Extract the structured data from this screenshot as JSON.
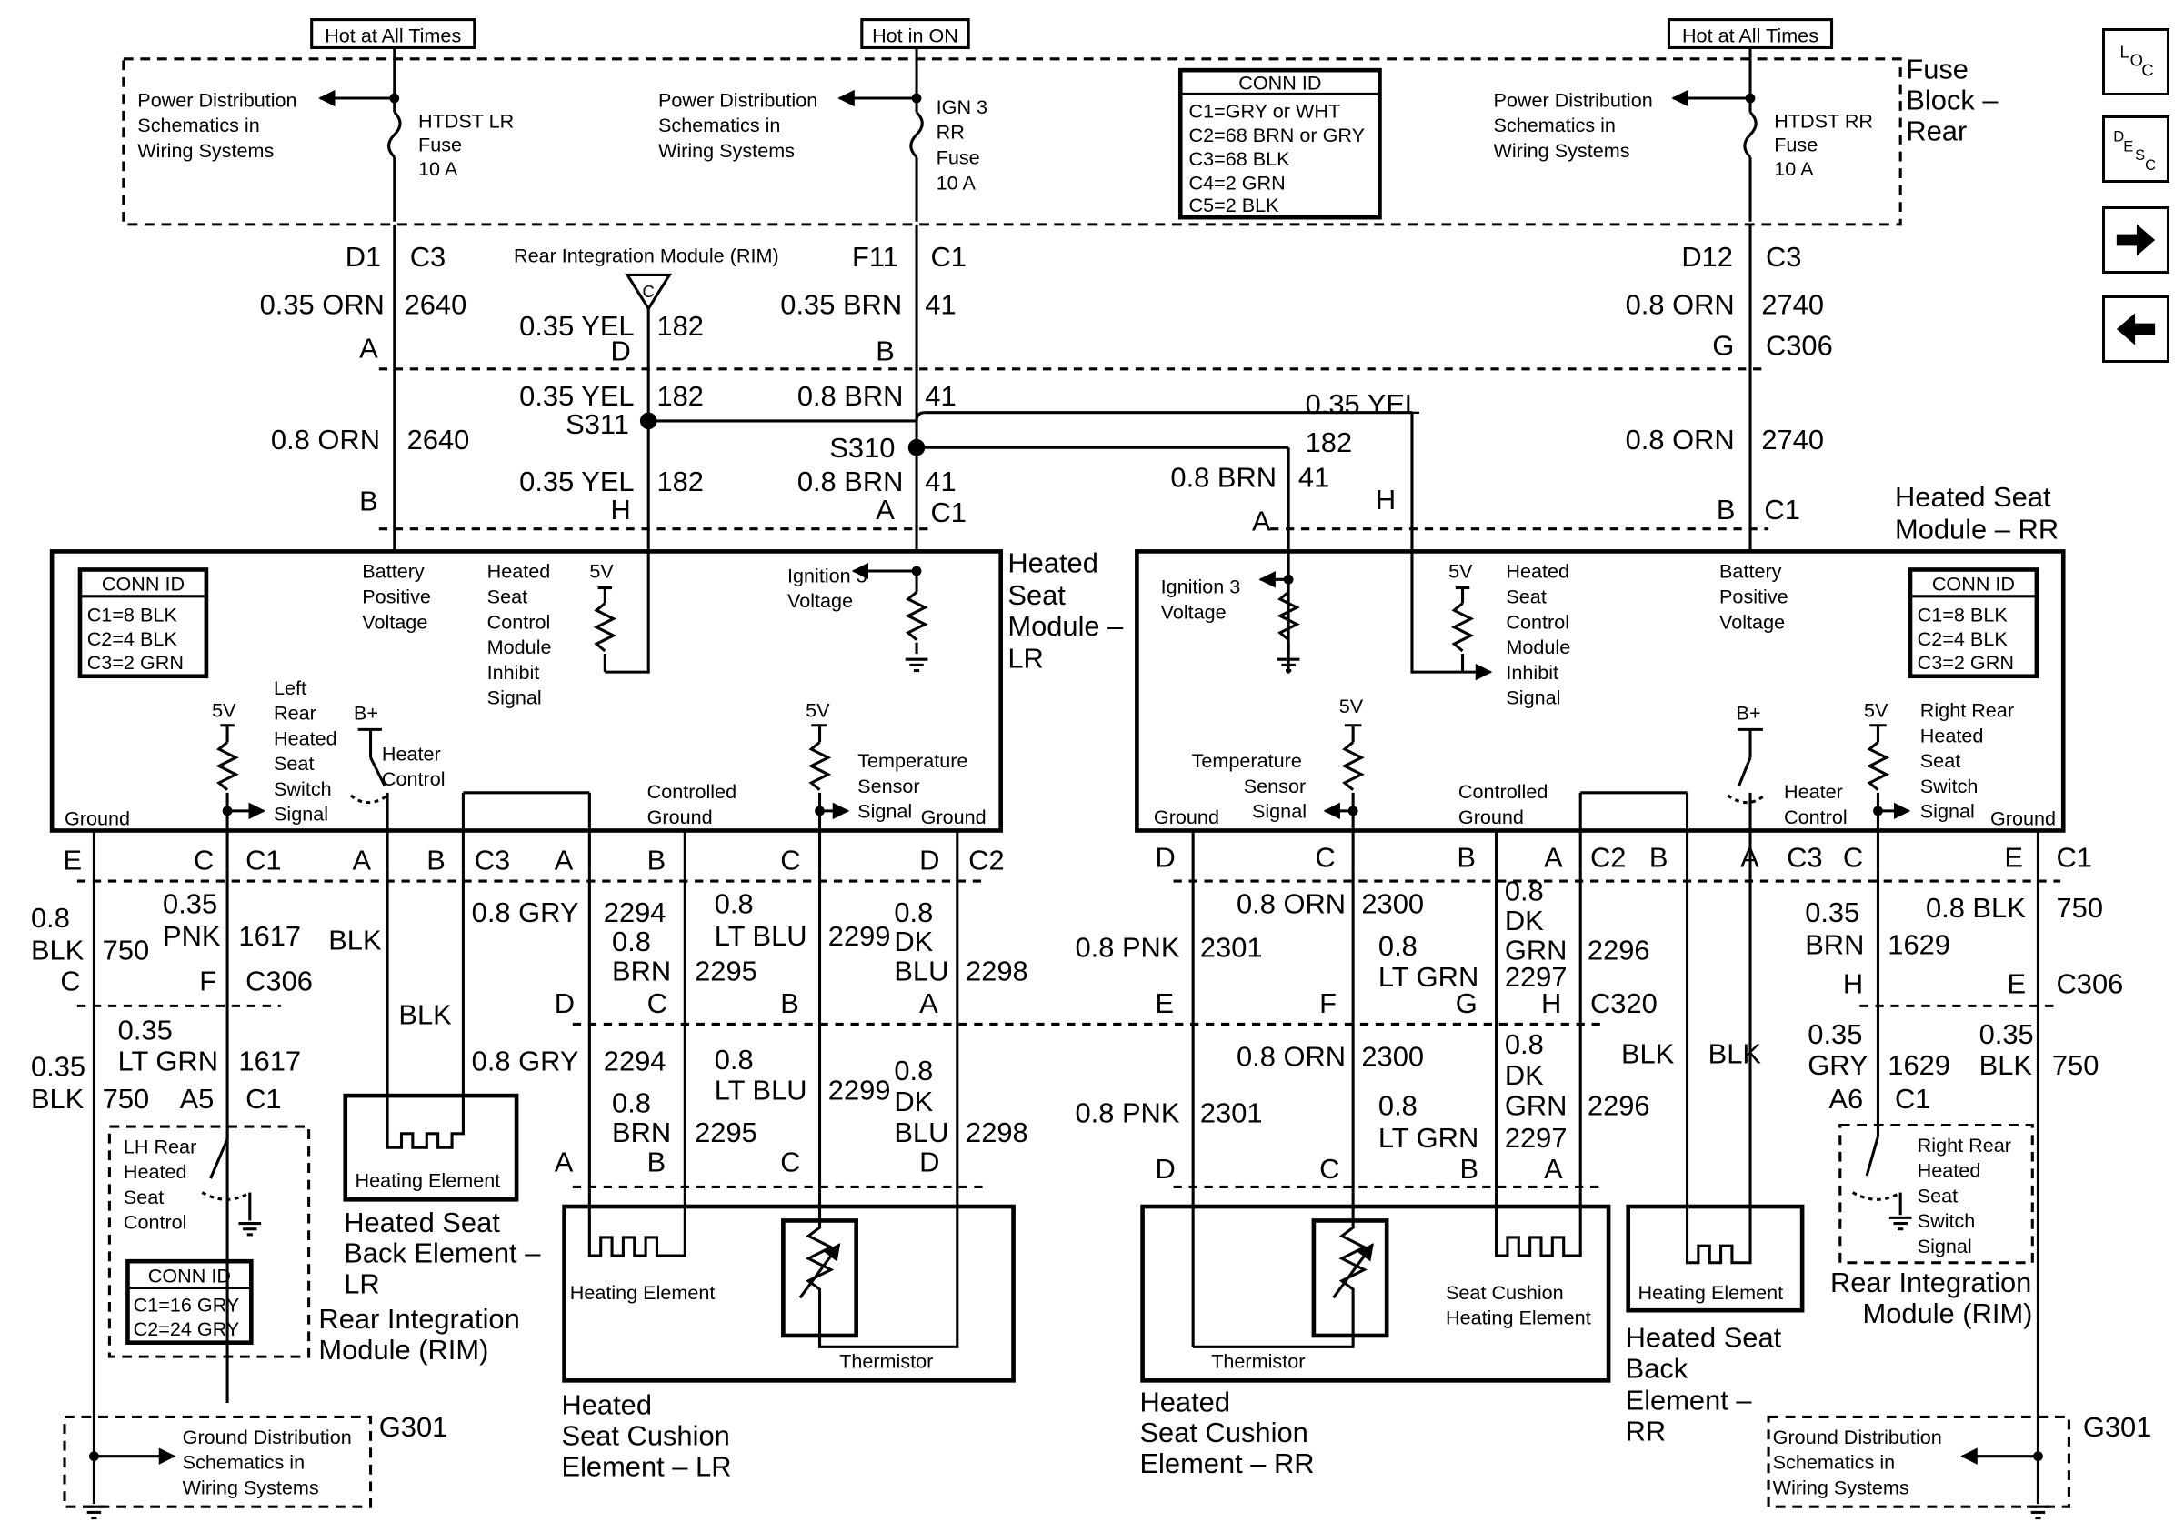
{
  "header_boxes": {
    "hot_lr": "Hot at All Times",
    "hot_on": "Hot in ON",
    "hot_rr": "Hot at All Times"
  },
  "fuse_block": {
    "title_line1": "Fuse",
    "title_line2": "Block –",
    "title_line3": "Rear",
    "pd_line1": "Power Distribution",
    "pd_line2": "Schematics in",
    "pd_line3": "Wiring Systems",
    "fuse_lr": [
      "HTDST LR",
      "Fuse",
      "10 A"
    ],
    "fuse_ign": [
      "IGN 3",
      "RR",
      "Fuse",
      "10 A"
    ],
    "fuse_rr": [
      "HTDST RR",
      "Fuse",
      "10 A"
    ]
  },
  "conn_id_fuse": {
    "title": "CONN ID",
    "lines": [
      "C1=GRY or WHT",
      "C2=68 BRN or GRY",
      "C3=68 BLK",
      "C4=2 GRN",
      "C5=2 BLK"
    ]
  },
  "conn_id_lr": {
    "title": "CONN ID",
    "lines": [
      "C1=8 BLK",
      "C2=4 BLK",
      "C3=2 GRN"
    ]
  },
  "conn_id_rr": {
    "title": "CONN ID",
    "lines": [
      "C1=8 BLK",
      "C2=4 BLK",
      "C3=2 GRN"
    ]
  },
  "conn_id_rim": {
    "title": "CONN ID",
    "lines": [
      "C1=16 GRY",
      "C2=24 GRY"
    ]
  },
  "nav": {
    "loc_l": "L",
    "loc_o": "O",
    "loc_c": "C",
    "desc_d": "D",
    "desc_e": "E",
    "desc_s": "S",
    "desc_c": "C",
    "icons": [
      "loc-icon",
      "desc-icon",
      "next-arrow-icon",
      "previous-arrow-icon"
    ]
  },
  "top_labels": {
    "d1": "D1",
    "c3_a": "C3",
    "f11": "F11",
    "c1_a": "C1",
    "d12": "D12",
    "c3_b": "C3",
    "rim": "Rear Integration Module (RIM)",
    "rim_tri": "C",
    "w_035orn": "0.35 ORN",
    "n_2640a": "2640",
    "w_035yel_a": "0.35 YEL",
    "n_182a": "182",
    "w_035brn": "0.35 BRN",
    "n_41a": "41",
    "w_08orn_a": "0.8 ORN",
    "n_2740a": "2740",
    "pin_a": "A",
    "pin_d": "D",
    "pin_b": "B",
    "pin_g": "G",
    "c306": "C306",
    "w_035yel_b": "0.35 YEL",
    "n_182b": "182",
    "s311": "S311",
    "w_08brn_a": "0.8 BRN",
    "n_41b": "41",
    "s310": "S310",
    "w_08orn_b": "0.8 ORN",
    "n_2640b": "2640",
    "w_035yel_r": "0.35 YEL",
    "n_182r": "182",
    "w_08orn_c": "0.8 ORN",
    "n_2740b": "2740",
    "w_035yel_c": "0.35 YEL",
    "n_182c": "182",
    "w_08brn_b": "0.8 BRN",
    "n_41c": "41",
    "w_08brn_r": "0.8 BRN",
    "n_41r": "41",
    "pin_b2": "B",
    "pin_h": "H",
    "pin_a2": "A",
    "c1_b": "C1",
    "pin_a_r": "A",
    "pin_h_r": "H",
    "pin_b_r": "B",
    "c1_r": "C1"
  },
  "module_lr": {
    "title": [
      "Heated",
      "Seat",
      "Module –",
      "LR"
    ],
    "batt": [
      "Battery",
      "Positive",
      "Voltage"
    ],
    "inhibit": [
      "Heated",
      "Seat",
      "Control",
      "Module",
      "Inhibit",
      "Signal"
    ],
    "v5": "5V",
    "ign": [
      "Ignition 3",
      "Voltage"
    ],
    "switch": [
      "Left",
      "Rear",
      "Heated",
      "Seat",
      "Switch",
      "Signal"
    ],
    "v5b": "5V",
    "bplus": "B+",
    "heater": [
      "Heater",
      "Control"
    ],
    "v5c": "5V",
    "temp": [
      "Temperature",
      "Sensor",
      "Signal"
    ],
    "ground_l": "Ground",
    "ctrl_gnd": [
      "Controlled",
      "Ground"
    ],
    "ground_r": "Ground"
  },
  "module_rr": {
    "title": [
      "Heated Seat",
      "Module – RR"
    ],
    "ign": [
      "Ignition 3",
      "Voltage"
    ],
    "v5": "5V",
    "inhibit": [
      "Heated",
      "Seat",
      "Control",
      "Module",
      "Inhibit",
      "Signal"
    ],
    "batt": [
      "Battery",
      "Positive",
      "Voltage"
    ],
    "v5b": "5V",
    "temp": [
      "Temperature",
      "Sensor",
      "Signal"
    ],
    "bplus": "B+",
    "heater": [
      "Heater",
      "Control"
    ],
    "v5c": "5V",
    "switch": [
      "Right Rear",
      "Heated",
      "Seat",
      "Switch",
      "Signal"
    ],
    "ground_l": "Ground",
    "ctrl_gnd": [
      "Controlled",
      "Ground"
    ],
    "ground_r": "Ground"
  },
  "lower_left": {
    "pE": "E",
    "pC": "C",
    "c1": "C1",
    "pA": "A",
    "pB": "B",
    "c3": "C3",
    "pA2": "A",
    "pB2": "B",
    "pC2": "C",
    "pD2": "D",
    "c2": "C2",
    "w08": "0.8",
    "blk": "BLK",
    "n750": "750",
    "w035": "0.35",
    "pnk": "PNK",
    "n1617": "1617",
    "blk2": "BLK",
    "gry": "0.8 GRY",
    "n2294": "2294",
    "w08b": "0.8",
    "brn": "BRN",
    "n2295": "2295",
    "w08c": "0.8",
    "ltblu": "LT BLU",
    "n2299": "2299",
    "w08d": "0.8",
    "dk": "DK",
    "blu": "BLU",
    "n2298": "2298",
    "pC3": "C",
    "pF": "F",
    "c306": "C306",
    "blk3": "BLK",
    "pD3": "D",
    "pC4": "C",
    "pB4": "B",
    "pA4": "A",
    "w035b": "0.35",
    "ltgrn": "LT GRN",
    "n1617b": "1617",
    "w035c": "0.35",
    "blk4": "BLK",
    "n750b": "750",
    "a5": "A5",
    "c1b": "C1",
    "gry2": "0.8 GRY",
    "n2294b": "2294",
    "w08e": "0.8",
    "brn2": "BRN",
    "n2295b": "2295",
    "w08f": "0.8",
    "ltblu2": "LT BLU",
    "n2299b": "2299",
    "w08g": "0.8",
    "dk2": "DK",
    "blu2": "BLU",
    "n2298b": "2298",
    "pA5": "A",
    "pB5": "B",
    "pC5": "C",
    "pD5": "D",
    "lh_switch": [
      "LH Rear",
      "Heated",
      "Seat",
      "Control"
    ],
    "rim": [
      "Rear Integration",
      "Module (RIM)"
    ],
    "heat_el": "Heating Element",
    "back_el": [
      "Heated Seat",
      "Back Element –",
      "LR"
    ],
    "cushion_heat": "Heating Element",
    "thermistor": "Thermistor",
    "cushion": [
      "Heated",
      "Seat Cushion",
      "Element – LR"
    ],
    "gnd_dist": [
      "Ground Distribution",
      "Schematics in",
      "Wiring Systems"
    ],
    "g301": "G301"
  },
  "lower_right": {
    "pD": "D",
    "pC": "C",
    "pB": "B",
    "pA": "A",
    "c2": "C2",
    "pB2": "B",
    "pA2": "A",
    "c3": "C3",
    "pC3": "C",
    "pE": "E",
    "c1": "C1",
    "pnk": "0.8 PNK",
    "n2301": "2301",
    "orn": "0.8 ORN",
    "n2300": "2300",
    "w08": "0.8",
    "ltgrn": "LT GRN",
    "n2297": "2297",
    "w08b": "0.8",
    "dk": "DK",
    "grn": "GRN",
    "n2296": "2296",
    "w035": "0.35",
    "brn": "BRN",
    "n1629": "1629",
    "blk_w": "0.8 BLK",
    "n750": "750",
    "pE2": "E",
    "pF": "F",
    "pG": "G",
    "pH": "H",
    "c320": "C320",
    "blk1": "BLK",
    "blk2": "BLK",
    "pH2": "H",
    "pE3": "E",
    "c306": "C306",
    "pnk2": "0.8 PNK",
    "n2301b": "2301",
    "orn2": "0.8 ORN",
    "n2300b": "2300",
    "w08c": "0.8",
    "ltgrn2": "LT GRN",
    "n2297b": "2297",
    "w08d": "0.8",
    "dk2": "DK",
    "grn2": "GRN",
    "n2296b": "2296",
    "w035b": "0.35",
    "gry": "GRY",
    "n1629b": "1629",
    "a6": "A6",
    "c1b": "C1",
    "w035c": "0.35",
    "blk3": "BLK",
    "n750b": "750",
    "pD3": "D",
    "pC4": "C",
    "pB4": "B",
    "pA4": "A",
    "thermistor": "Thermistor",
    "cushion_heat": [
      "Seat Cushion",
      "Heating Element"
    ],
    "cushion": [
      "Heated",
      "Seat Cushion",
      "Element – RR"
    ],
    "back_heat": "Heating Element",
    "back_el": [
      "Heated Seat",
      "Back",
      "Element –",
      "RR"
    ],
    "rr_switch": [
      "Right Rear",
      "Heated",
      "Seat",
      "Switch",
      "Signal"
    ],
    "rim": [
      "Rear Integration",
      "Module (RIM)"
    ],
    "gnd_dist": [
      "Ground Distribution",
      "Schematics in",
      "Wiring Systems"
    ],
    "g301": "G301"
  }
}
